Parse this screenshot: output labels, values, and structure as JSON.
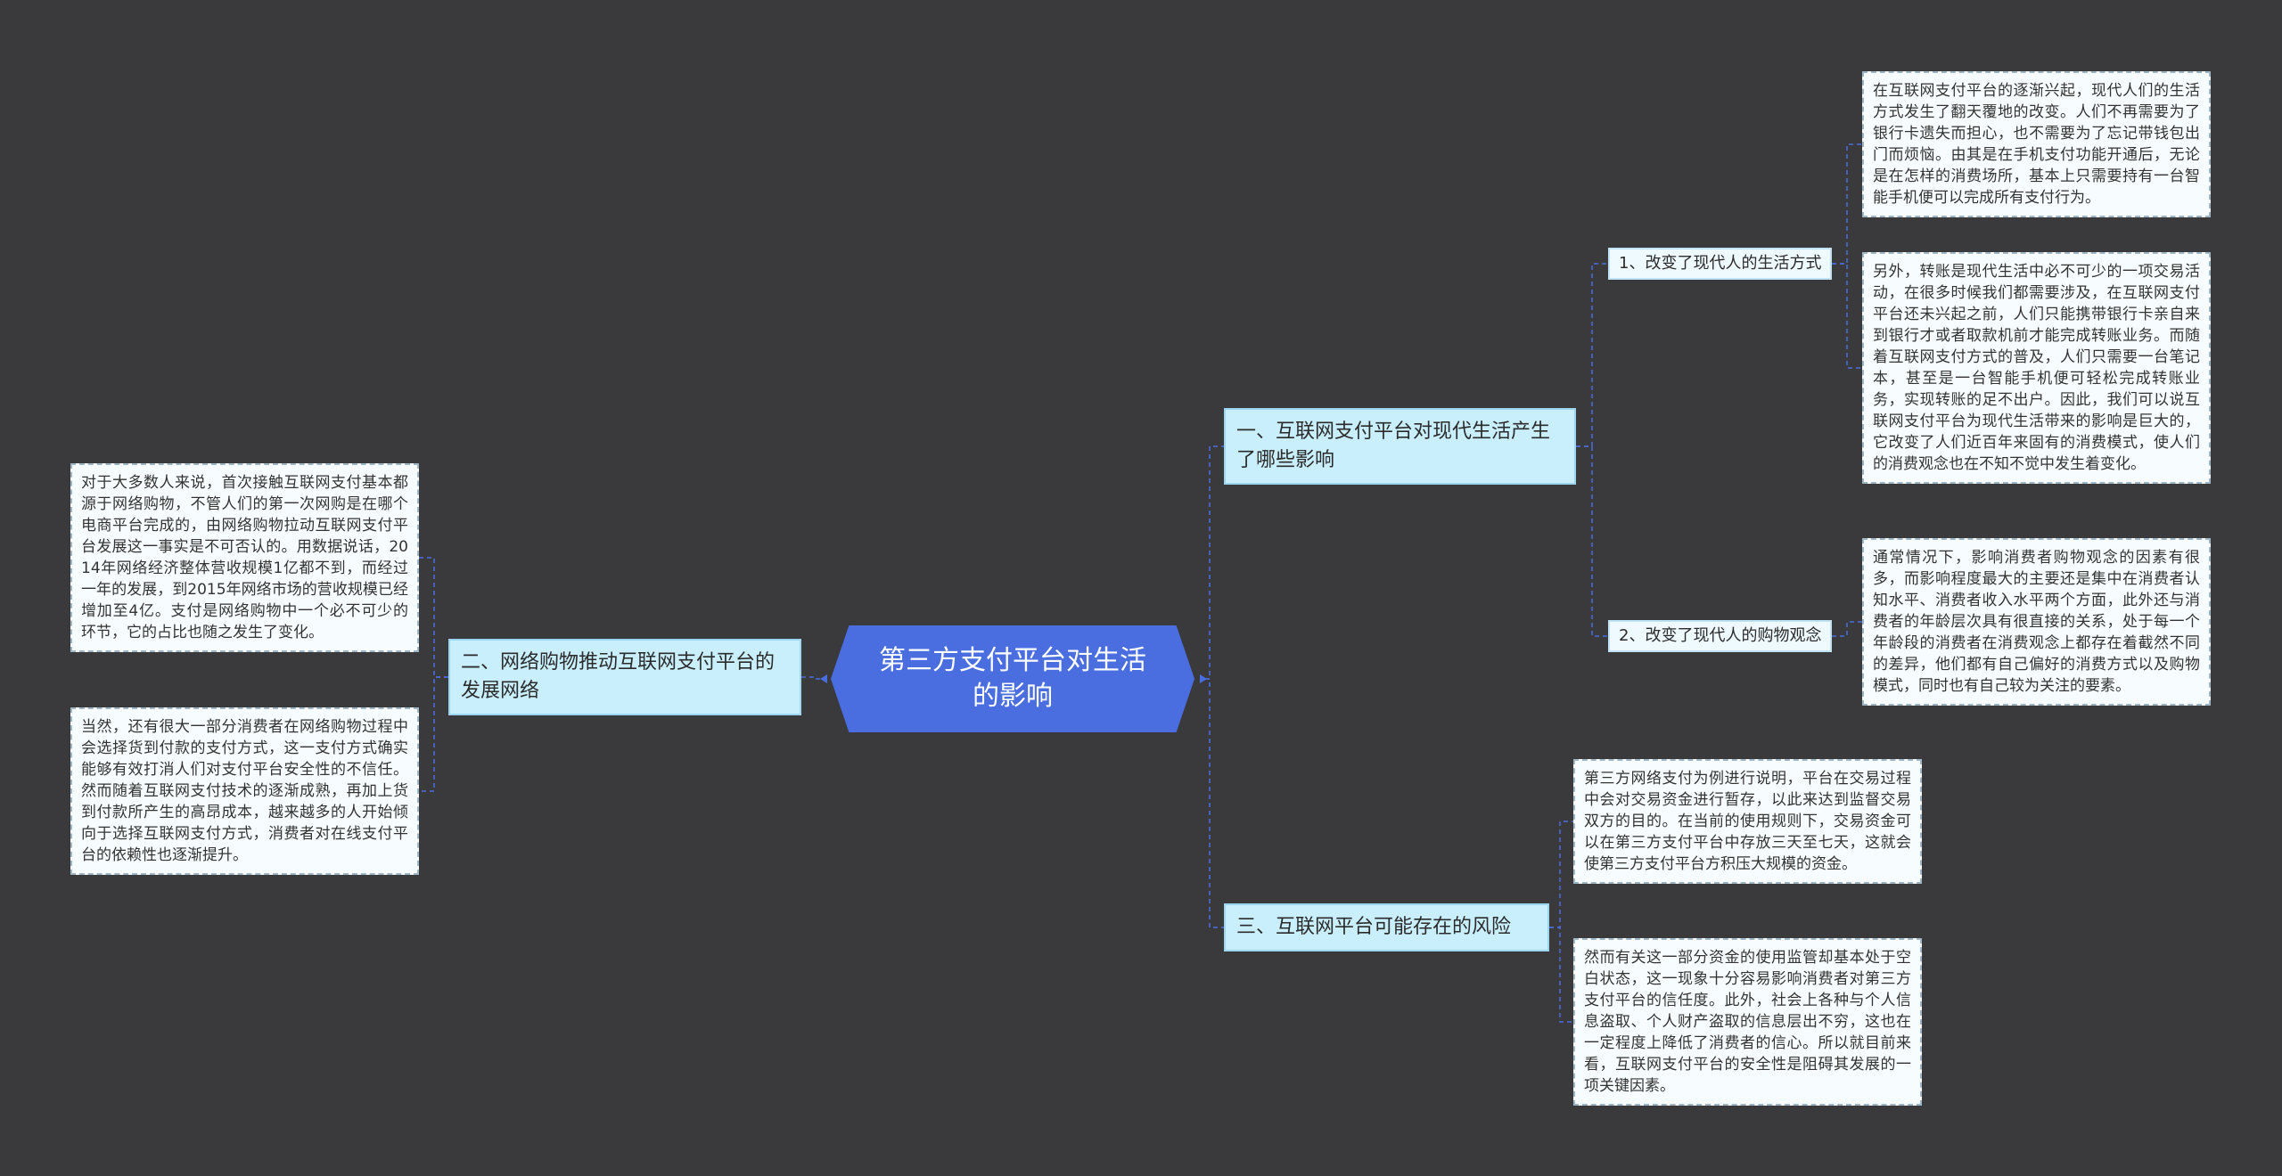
{
  "root": {
    "title": "第三方支付平台对生活的影响"
  },
  "branches": {
    "b1": {
      "title": "一、互联网支付平台对现代生活产生了哪些影响",
      "subs": {
        "s1": {
          "title": "1、改变了现代人的生活方式",
          "leaves": [
            "在互联网支付平台的逐渐兴起，现代人们的生活方式发生了翻天覆地的改变。人们不再需要为了银行卡遗失而担心，也不需要为了忘记带钱包出门而烦恼。由其是在手机支付功能开通后，无论是在怎样的消费场所，基本上只需要持有一台智能手机便可以完成所有支付行为。",
            "另外，转账是现代生活中必不可少的一项交易活动，在很多时候我们都需要涉及，在互联网支付平台还未兴起之前，人们只能携带银行卡亲自来到银行才或者取款机前才能完成转账业务。而随着互联网支付方式的普及，人们只需要一台笔记本，甚至是一台智能手机便可轻松完成转账业务，实现转账的足不出户。因此，我们可以说互联网支付平台为现代生活带来的影响是巨大的，它改变了人们近百年来固有的消费模式，使人们的消费观念也在不知不觉中发生着变化。"
          ]
        },
        "s2": {
          "title": "2、改变了现代人的购物观念",
          "leaves": [
            "通常情况下，影响消费者购物观念的因素有很多，而影响程度最大的主要还是集中在消费者认知水平、消费者收入水平两个方面，此外还与消费者的年龄层次具有很直接的关系，处于每一个年龄段的消费者在消费观念上都存在着截然不同的差异，他们都有自己偏好的消费方式以及购物模式，同时也有自己较为关注的要素。"
          ]
        }
      }
    },
    "b2": {
      "title": "二、网络购物推动互联网支付平台的发展网络",
      "leaves": [
        "对于大多数人来说，首次接触互联网支付基本都源于网络购物，不管人们的第一次网购是在哪个电商平台完成的，由网络购物拉动互联网支付平台发展这一事实是不可否认的。用数据说话，2014年网络经济整体营收规模1亿都不到，而经过一年的发展，到2015年网络市场的营收规模已经增加至4亿。支付是网络购物中一个必不可少的环节，它的占比也随之发生了变化。",
        "当然，还有很大一部分消费者在网络购物过程中会选择货到付款的支付方式，这一支付方式确实能够有效打消人们对支付平台安全性的不信任。然而随着互联网支付技术的逐渐成熟，再加上货到付款所产生的高昂成本，越来越多的人开始倾向于选择互联网支付方式，消费者对在线支付平台的依赖性也逐渐提升。"
      ]
    },
    "b3": {
      "title": "三、互联网平台可能存在的风险",
      "leaves": [
        "第三方网络支付为例进行说明，平台在交易过程中会对交易资金进行暂存，以此来达到监督交易双方的目的。在当前的使用规则下，交易资金可以在第三方支付平台中存放三天至七天，这就会使第三方支付平台方积压大规模的资金。",
        "然而有关这一部分资金的使用监管却基本处于空白状态，这一现象十分容易影响消费者对第三方支付平台的信任度。此外，社会上各种与个人信息盗取、个人财产盗取的信息层出不穷，这也在一定程度上降低了消费者的信心。所以就目前来看，互联网支付平台的安全性是阻碍其发展的一项关键因素。"
      ]
    }
  },
  "colors": {
    "background": "#3a3a3d",
    "root": "#4a6ee0",
    "main_fill": "#c9effc",
    "connector": "#4a6ee0",
    "leaf_border": "#9fb6c6"
  }
}
